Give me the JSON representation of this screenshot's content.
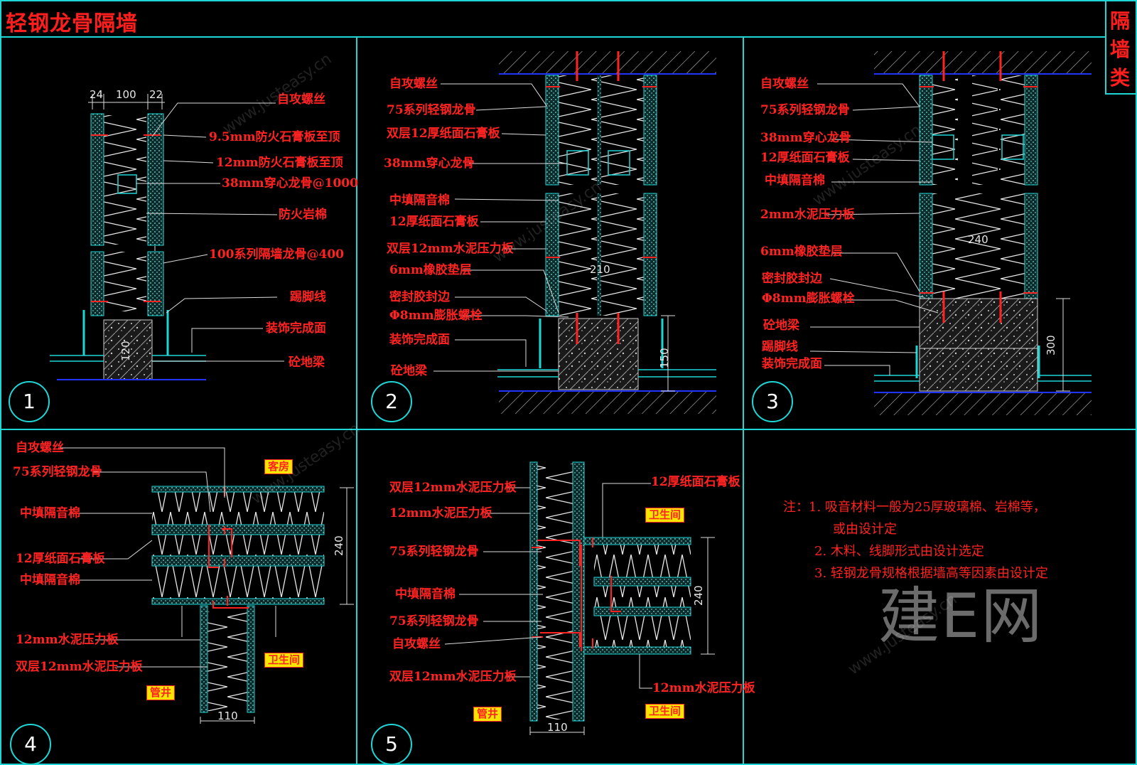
{
  "title": "轻钢龙骨隔墙",
  "side_title": [
    "隔",
    "墙",
    "类"
  ],
  "colors": {
    "frame": "#1fd6d6",
    "label": "#ff2222",
    "title": "#ff1e1e",
    "floor": "#2233ff",
    "tag_bg": "#f5e600"
  },
  "panels": [
    {
      "number": "1",
      "labels": [
        "自攻螺丝",
        "9.5mm防火石膏板至顶",
        "12mm防火石膏板至顶",
        "38mm穿心龙骨@1000",
        "防火岩棉",
        "100系列隔墙龙骨@400",
        "踢脚线",
        "装饰完成面",
        "砼地梁"
      ],
      "dims": [
        "24",
        "100",
        "22",
        "120"
      ]
    },
    {
      "number": "2",
      "labels": [
        "自攻螺丝",
        "75系列轻钢龙骨",
        "双层12厚纸面石膏板",
        "38mm穿心龙骨",
        "中填隔音棉",
        "12厚纸面石膏板",
        "双层12mm水泥压力板",
        "6mm橡胶垫层",
        "密封胶封边",
        "Φ8mm膨胀螺栓",
        "装饰完成面",
        "砼地梁"
      ],
      "dims": [
        "210",
        "150"
      ]
    },
    {
      "number": "3",
      "labels": [
        "自攻螺丝",
        "75系列轻钢龙骨",
        "38mm穿心龙骨",
        "12厚纸面石膏板",
        "中填隔音棉",
        "2mm水泥压力板",
        "6mm橡胶垫层",
        "密封胶封边",
        "Φ8mm膨胀螺栓",
        "砼地梁",
        "踢脚线",
        "装饰完成面"
      ],
      "dims": [
        "240",
        "300"
      ]
    },
    {
      "number": "4",
      "labels": [
        "自攻螺丝",
        "75系列轻钢龙骨",
        "中填隔音棉",
        "12厚纸面石膏板",
        "中填隔音棉",
        "12mm水泥压力板",
        "双层12mm水泥压力板"
      ],
      "tags": [
        "客房",
        "卫生间",
        "管井"
      ],
      "dims": [
        "240",
        "110"
      ]
    },
    {
      "number": "5",
      "labels": [
        "双层12mm水泥压力板",
        "12mm水泥压力板",
        "75系列轻钢龙骨",
        "中填隔音棉",
        "75系列轻钢龙骨",
        "自攻螺丝",
        "双层12mm水泥压力板",
        "12厚纸面石膏板",
        "12mm水泥压力板"
      ],
      "tags": [
        "卫生间",
        "管井",
        "卫生间"
      ],
      "dims": [
        "240",
        "110"
      ]
    }
  ],
  "notes": [
    "注：1. 吸音材料一般为25厚玻璃棉、岩棉等，",
    "或由设计定",
    "2. 木料、线脚形式由设计选定",
    "3. 轻钢龙骨规格根据墙高等因素由设计定"
  ],
  "watermark_logo": "建E网",
  "watermark_text": "www.justeasy.cn"
}
